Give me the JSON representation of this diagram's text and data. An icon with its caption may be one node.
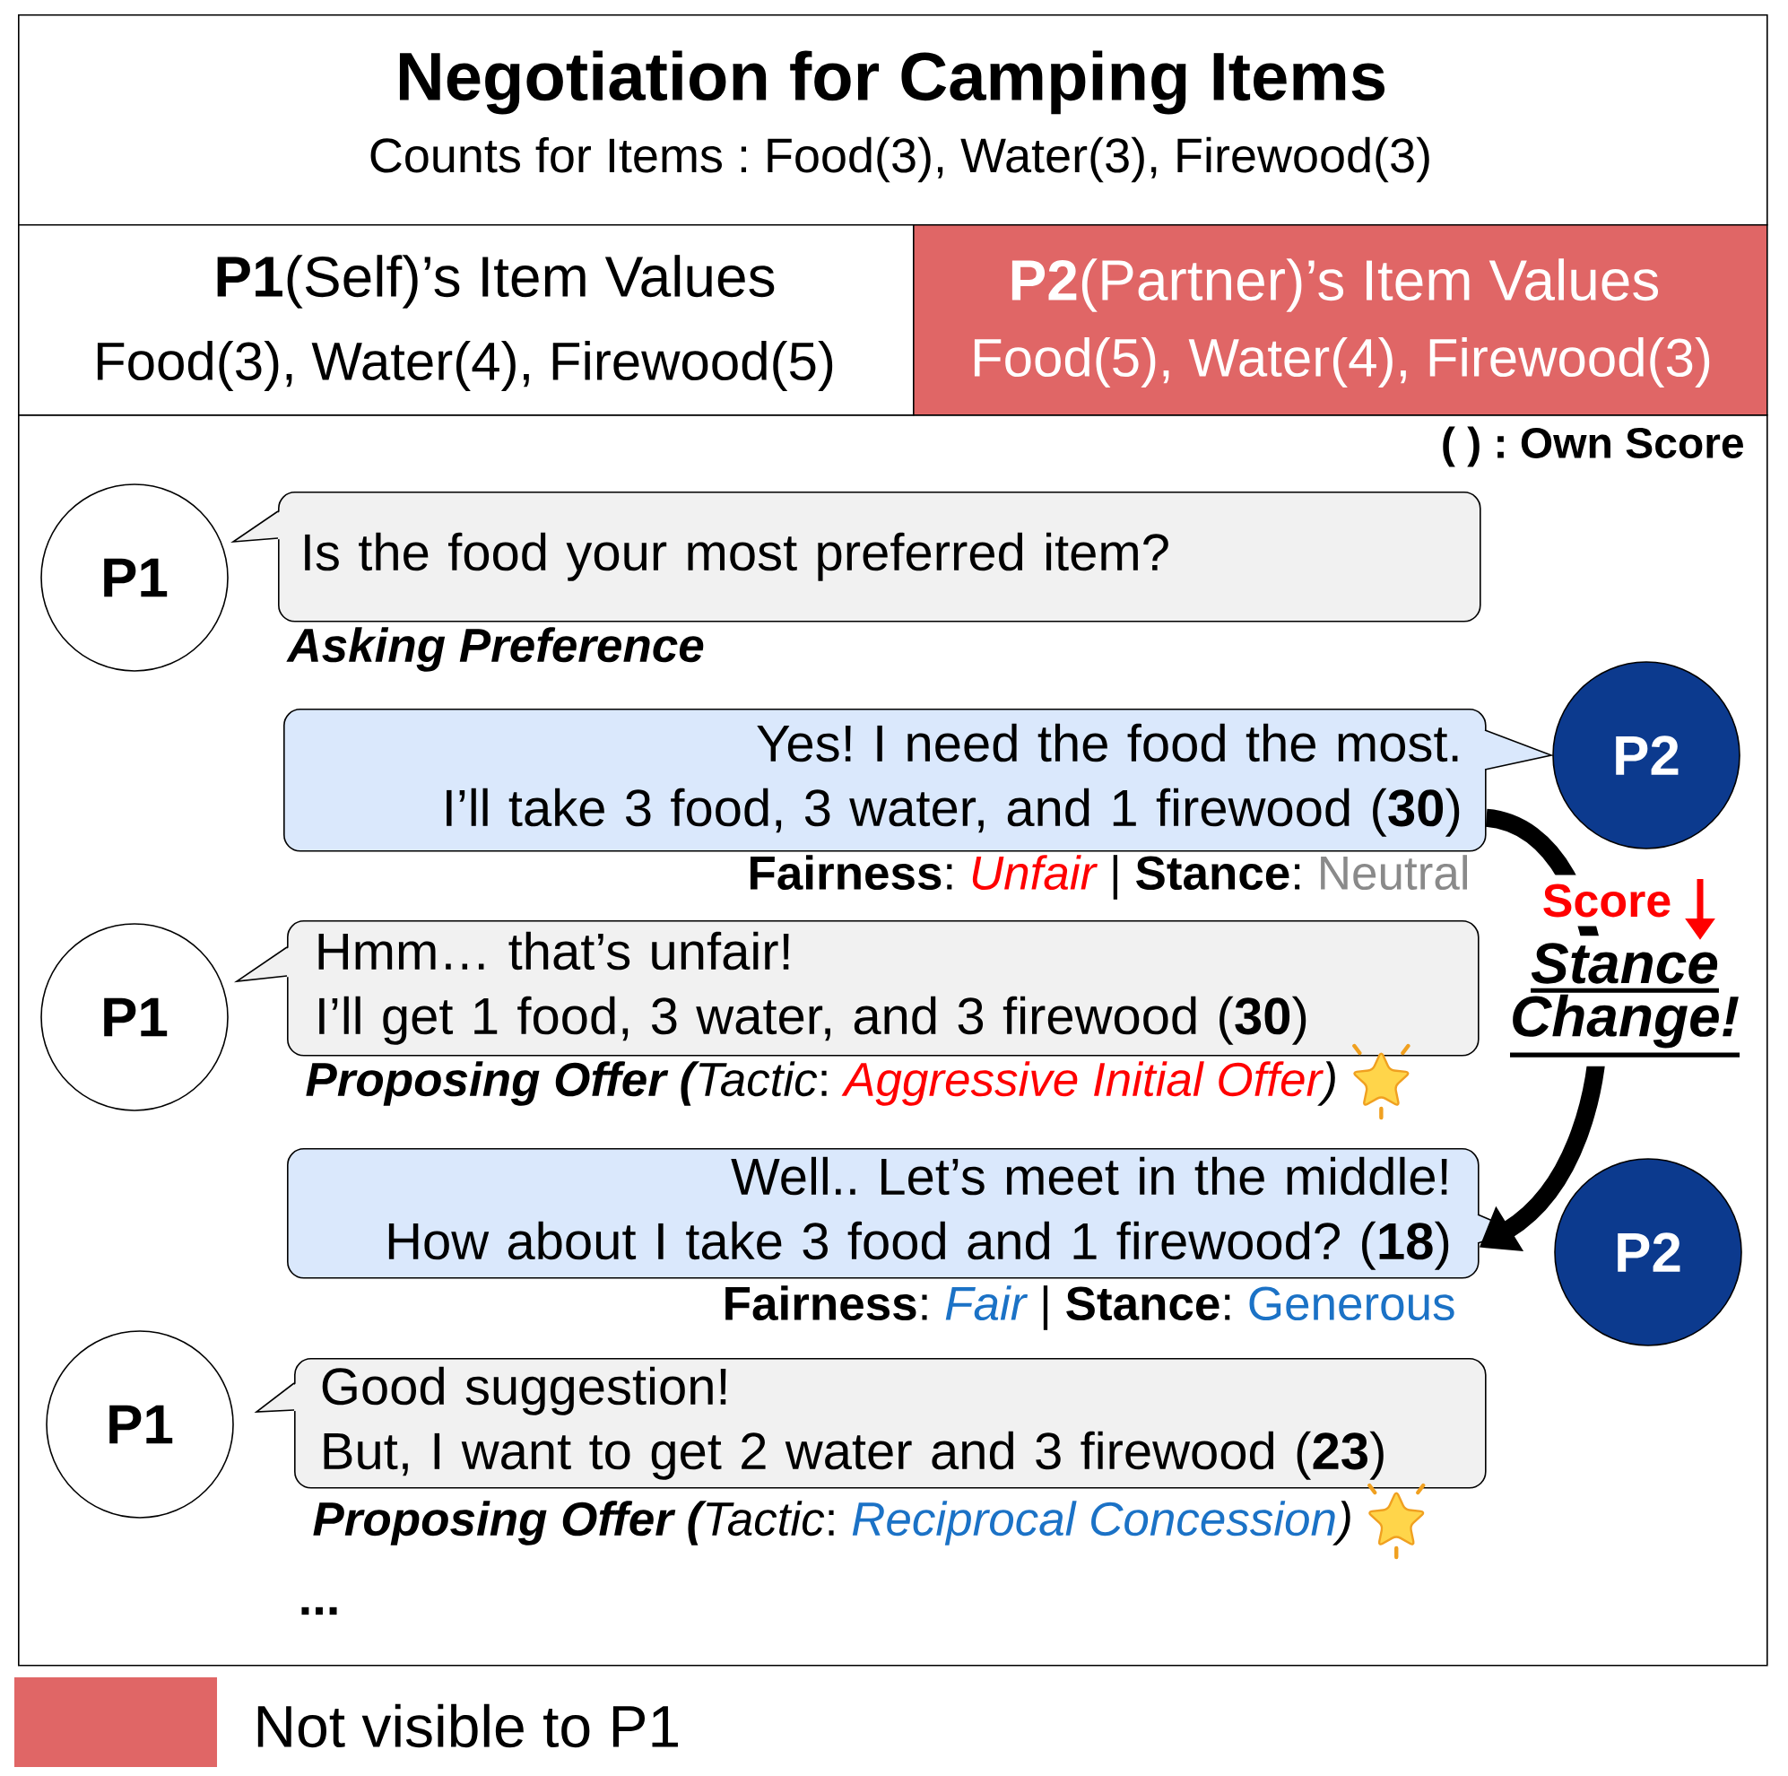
{
  "diagram": {
    "nodes": [
      {
        "text": [
          "Negotiation for Camping Items",
          "Counts for Items : Food(3), Water(3), Firewood(3)"
        ]
      },
      {
        "text": [
          "**P1**(Self)’s Item Values",
          "Food(3), Water(4), Firewood(5)"
        ]
      },
      {
        "text": [
          "**P2**(Partner)’s Item Values",
          "Food(5), Water(4), Firewood(3)"
        ]
      },
      {
        "text": [
          "( ) : Own Score"
        ]
      },
      {
        "text": [
          "P1"
        ],
        "in": 3
      },
      {
        "text": [
          "Is the food your most preferred item?"
        ],
        "in": 3,
        "beside": [
          "Asking Preference"
        ]
      },
      {
        "text": [
          "Yes! I need the food the most.",
          "I’ll take 3 food, 3 water, and 1 firewood (**30**)"
        ],
        "in": 3,
        "beside": [
          "**Fairness**:",
          "Unfair",
          "| **Stance**:",
          "Neutral"
        ]
      },
      {
        "text": [
          "P2"
        ],
        "in": 3
      },
      {
        "text": [
          "P1"
        ],
        "in": 3
      },
      {
        "text": [
          "Hmm… that’s unfair!",
          "I’ll get 1 food, 3 water, and 3 firewood (**30**)"
        ],
        "in": 3,
        "beside": [
          "Proposing Offer (",
          "*Tactic*:",
          "Aggressive Initial Offer",
          ")"
        ]
      },
      {
        "text": [
          "Well.. Let’s meet in the middle!",
          "How about I take 3 food and 1 firewood? (**18**)"
        ],
        "in": 3,
        "beside": [
          "**Fairness**:",
          "Fair",
          "| **Stance**:",
          "Generous"
        ]
      },
      {
        "text": [
          "P2"
        ],
        "in": 3
      },
      {
        "text": [
          "P1"
        ],
        "in": 3
      },
      {
        "text": [
          "Good suggestion!",
          "But, I want to get 2 water and 3 firewood (**23**)"
        ],
        "in": 3,
        "beside": [
          "Proposing Offer (",
          "*Tactic*:",
          "Reciprocal Concession",
          ")"
        ]
      }
    ],
    "edges": [
      {
        "from": 6,
        "to": 10,
        "arrow": "to",
        "label": "Stance Change!"
      }
    ],
    "labels": [
      "Score",
      "..."
    ],
    "legend": [
      {
        "text": "Not visible to P1",
        "color": "#e06666"
      }
    ]
  }
}
